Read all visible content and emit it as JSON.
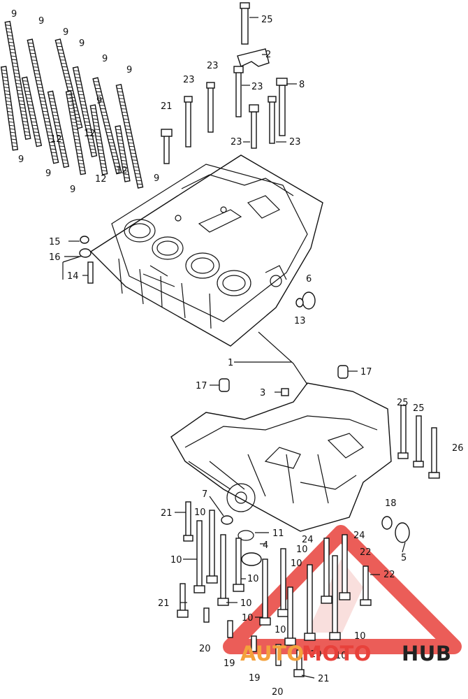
{
  "callouts": {
    "c_25_top": "25",
    "c_2": "2",
    "c_8": "8",
    "c_23_a": "23",
    "c_23_b": "23",
    "c_23_c": "23",
    "c_23_d": "23",
    "c_23_e": "23",
    "c_21_a": "21",
    "c_9_a": "9",
    "c_9_b": "9",
    "c_9_c": "9",
    "c_9_d": "9",
    "c_9_e": "9",
    "c_9_f": "9",
    "c_9_g": "9",
    "c_9_h": "9",
    "c_9_i": "9",
    "c_9_j": "9",
    "c_9_k": "9",
    "c_12_a": "12",
    "c_12_b": "12",
    "c_12_c": "12",
    "c_12_d": "12",
    "c_15": "15",
    "c_16": "16",
    "c_14": "14",
    "c_6": "6",
    "c_13": "13",
    "c_1": "1",
    "c_17_a": "17",
    "c_17_b": "17",
    "c_3": "3",
    "c_25_b": "25",
    "c_25_c": "25",
    "c_26": "26",
    "c_7": "7",
    "c_21_b": "21",
    "c_10_a": "10",
    "c_11": "11",
    "c_10_b": "10",
    "c_10_c": "10",
    "c_4": "4",
    "c_10_d": "10",
    "c_18": "18",
    "c_5": "5",
    "c_24_a": "24",
    "c_24_b": "24",
    "c_22_a": "22",
    "c_22_b": "22",
    "c_10_e": "10",
    "c_10_f": "10",
    "c_21_c": "21",
    "c_10_g": "10",
    "c_10_h": "10",
    "c_10_i": "10",
    "c_20_a": "20",
    "c_19_a": "19",
    "c_19_b": "19",
    "c_20_b": "20",
    "c_21_d": "21",
    "c_10_j": "10",
    "c_10_k": "10"
  },
  "watermark": {
    "part_auto": "AUTO",
    "part_moto": "MOTO",
    "part_hub": "HUB",
    "color_auto": "#f4a13c",
    "color_moto": "#e8413b",
    "color_hub": "#222222",
    "triangle_color": "#e8413b"
  }
}
